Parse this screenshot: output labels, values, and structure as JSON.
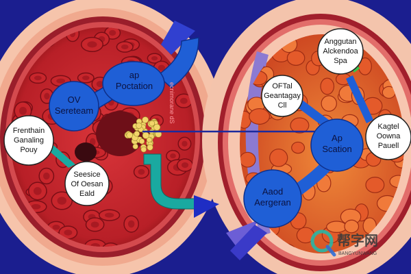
{
  "labels": {
    "ov_line1": "OV",
    "ov_line2": "Sereteam",
    "ap_top_line1": "ap",
    "ap_top_line2": "Poctation",
    "red_vertical_text": "ecnimorane dS",
    "frenthain_line1": "Frenthain",
    "frenthain_line2": "Ganaling",
    "frenthain_line3": "Pouy",
    "seesice_line1": "Seesice",
    "seesice_line2": "Of Oesan",
    "seesice_line3": "Eald",
    "angogtan_line1": "Anggutan",
    "angogtan_line2": "Alckendoa",
    "angogtan_line3": "Spa",
    "ortal_line1": "OFTal",
    "ortal_line2": "Geantagay",
    "ortal_line3": "Cll",
    "kagtel_line1": "Kagtel",
    "kagtel_line2": "Oowna",
    "kagtel_line3": "Pauell",
    "ap_right_line1": "Ap",
    "ap_right_line2": "Scation",
    "aaod_line1": "Aaod",
    "aaod_line2": "Aergeran"
  },
  "watermark": {
    "cn": "帮字网",
    "en": "BANGYUNWANG"
  },
  "colors": {
    "background": "#1b1e8f",
    "cell_outer": "#f4c0a8",
    "tissue_red": "#c9282e",
    "tissue_orange": "#e86a2c",
    "bubble_blue": "#1f5fd6",
    "teal_arrow": "#1aa9a0",
    "arrow_blue": "#2432c8"
  }
}
